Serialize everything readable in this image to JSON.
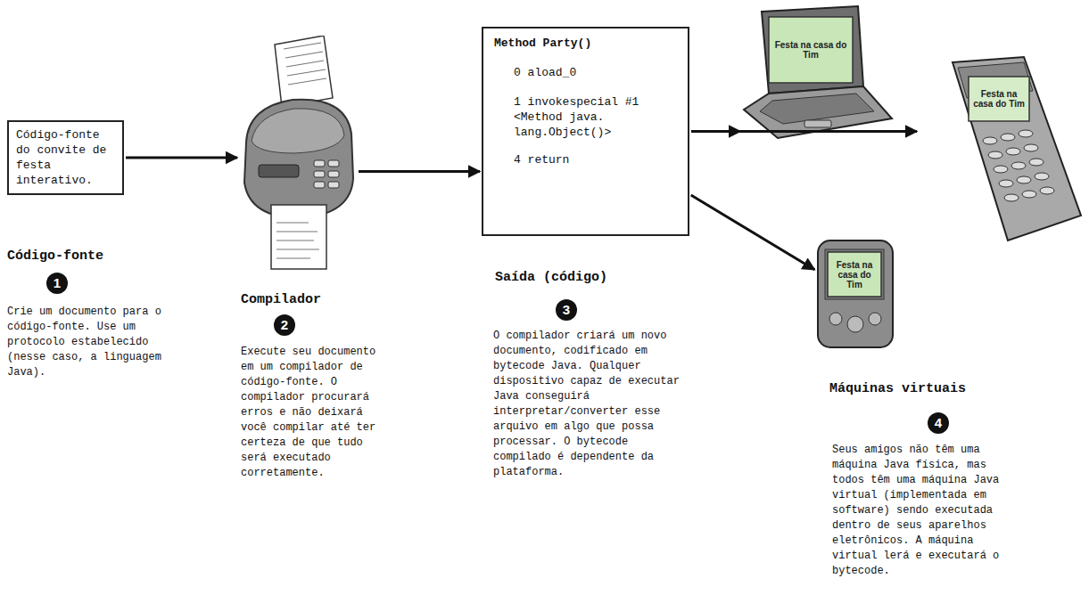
{
  "diagram": {
    "nodes": [
      {
        "text": [
          "Código-fonte do convite de festa interativo."
        ]
      },
      {
        "text": [
          "Compilador"
        ]
      },
      {
        "text": [
          "Method Party()",
          "0 aload_0",
          "1 invokespecial #1 <Method java. lang.Object()>",
          "4 return"
        ]
      },
      {
        "text": [
          "Festa na casa do Tim"
        ]
      },
      {
        "text": [
          "Festa na casa do Tim"
        ]
      },
      {
        "text": [
          "Festa na casa do Tim"
        ]
      }
    ],
    "edges": [
      {
        "from": 0,
        "to": 1,
        "arrow": "to"
      },
      {
        "from": 1,
        "to": 2,
        "arrow": "to"
      },
      {
        "from": 2,
        "to": 3,
        "arrow": "to"
      },
      {
        "from": 2,
        "to": 4,
        "arrow": "to"
      },
      {
        "from": 2,
        "to": 5,
        "arrow": "to"
      }
    ],
    "labels": [
      "Código-fonte",
      "1",
      "Crie um documento para o código-fonte. Use um protocolo estabelecido (nesse caso, a linguagem Java).",
      "2",
      "Execute seu documento em um compilador de código-fonte. O compilador procurará erros e não deixará você compilar até ter certeza de que tudo será executado corretamente.",
      "Saída (código)",
      "3",
      "O compilador criará um novo documento, codificado em bytecode Java. Qualquer dispositivo capaz de executar Java conseguirá interpretar/converter esse arquivo em algo que possa processar. O bytecode compilado é dependente da plataforma.",
      "Máquinas virtuais",
      "4",
      "Seus amigos não têm uma máquina Java física, mas todos têm uma máquina Java virtual (implementada em software) sendo executada dentro de seus aparelhos eletrônicos. A máquina virtual lerá e executará o bytecode."
    ]
  }
}
